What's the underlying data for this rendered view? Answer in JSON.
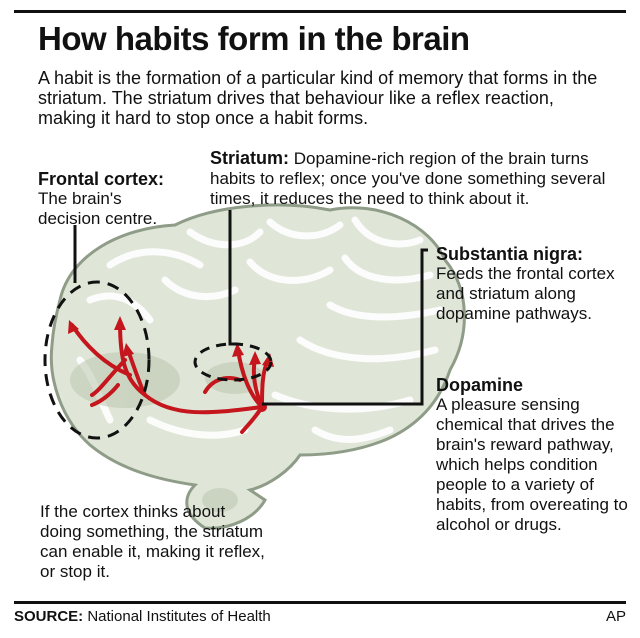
{
  "title": "How habits form in the brain",
  "intro": "A habit is the formation of a particular kind of memory that forms in the striatum. The striatum drives that behaviour like a reflex reaction, making it hard to stop once a habit forms.",
  "labels": {
    "frontal_cortex": {
      "heading": "Frontal cortex:",
      "text": "The brain's decision centre."
    },
    "striatum": {
      "heading": "Striatum:",
      "text": "Dopamine-rich region of the brain turns habits to reflex; once you've done something several times, it reduces the need to think about it."
    },
    "substantia_nigra": {
      "heading": "Substantia nigra:",
      "text": "Feeds the frontal cortex and striatum along dopamine pathways."
    },
    "dopamine": {
      "heading": "Dopamine",
      "text": "A pleasure sensing chemical that drives the brain's reward pathway, which helps condition people to a variety of habits, from overeating to alcohol or drugs."
    },
    "cortex_note": "If the cortex thinks about doing something, the striatum can enable it, making it reflex, or stop it."
  },
  "footer": {
    "source_key": "SOURCE:",
    "source_value": "National Institutes of Health",
    "credit": "AP"
  },
  "colors": {
    "brain_fill": "#dfe6d8",
    "brain_stroke": "#8f9c88",
    "pathway": "#c4161c",
    "ink": "#111111"
  }
}
